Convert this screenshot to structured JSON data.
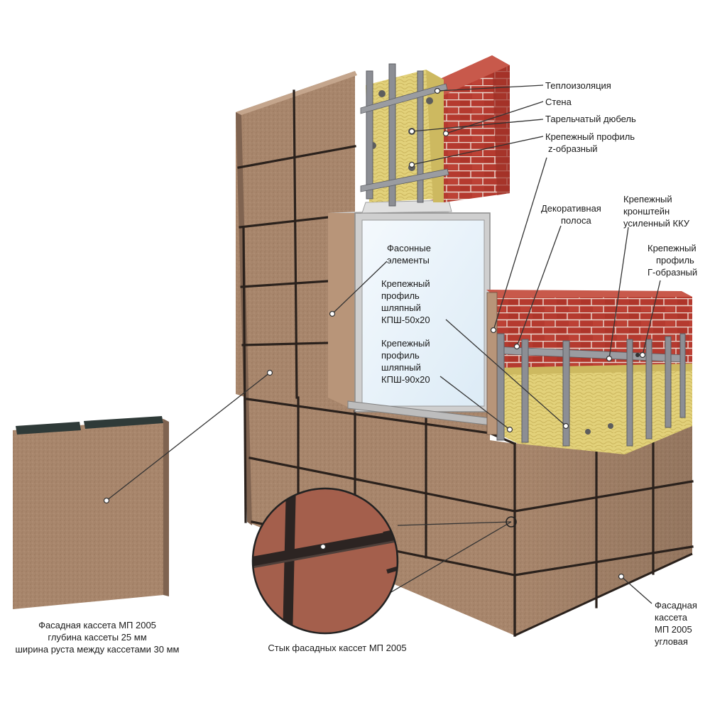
{
  "labels": {
    "thermal_insulation": "Теплоизоляция",
    "wall": "Стена",
    "dowel": "Тарельчатый дюбель",
    "z_profile_line1": "Крепежный профиль",
    "z_profile_line2": "z-образный",
    "decor_strip_line1": "Декоративная",
    "decor_strip_line2": "полоса",
    "bracket_line1": "Крепежный",
    "bracket_line2": "кронштейн",
    "bracket_line3": "усиленный ККУ",
    "g_profile_line1": "Крепежный",
    "g_profile_line2": "профиль",
    "g_profile_line3": "Г-образный",
    "shaped_line1": "Фасонные",
    "shaped_line2": "элементы",
    "kpsh50_line1": "Крепежный",
    "kpsh50_line2": "профиль",
    "kpsh50_line3": "шляпный",
    "kpsh50_line4": "КПШ-50х20",
    "kpsh90_line1": "Крепежный",
    "kpsh90_line2": "профиль",
    "kpsh90_line3": "шляпный",
    "kpsh90_line4": "КПШ-90х20",
    "cassette_line1": "Фасадная кассета МП 2005",
    "cassette_line2": "глубина кассеты 25 мм",
    "cassette_line3": "ширина руста между кассетами 30 мм",
    "joint": "Стык фасадных кассет МП 2005",
    "corner_line1": "Фасадная",
    "corner_line2": "кассета",
    "corner_line3": "МП 2005",
    "corner_line4": "угловая"
  },
  "colors": {
    "cassette": "#a8866c",
    "seam": "#2a211c",
    "brick": "#b53a2f",
    "insulation": "#e2d17a",
    "profile": "#8c8e94",
    "glass": "#eaf4fb"
  }
}
